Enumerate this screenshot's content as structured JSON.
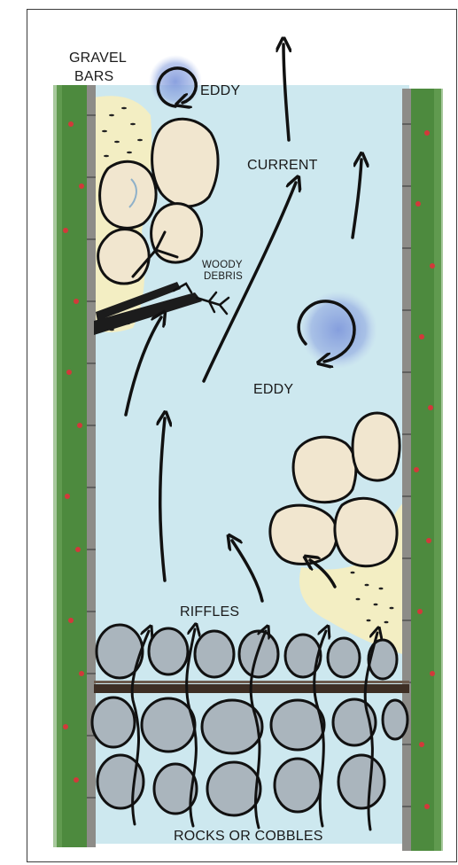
{
  "labels": {
    "gravel_bars_line1": "GRAVEL",
    "gravel_bars_line2": "BARS",
    "eddy_top": "EDDY",
    "current": "CURRENT",
    "woody_debris_line1": "WOODY",
    "woody_debris_line2": "DEBRIS",
    "eddy_middle": "EDDY",
    "riffles": "RIFFLES",
    "rocks_or_cobbles": "ROCKS OR COBBLES"
  },
  "colors": {
    "water": "#cde8ef",
    "gravel": "#f4eec0",
    "boulder": "#f1e6cf",
    "cobble": "#aab5bd",
    "eddy": "#7d96db",
    "vegetation": "#4d8a3e",
    "flower": "#d2393a",
    "log": "#1c1c1c",
    "weir": "#3d2e24"
  }
}
